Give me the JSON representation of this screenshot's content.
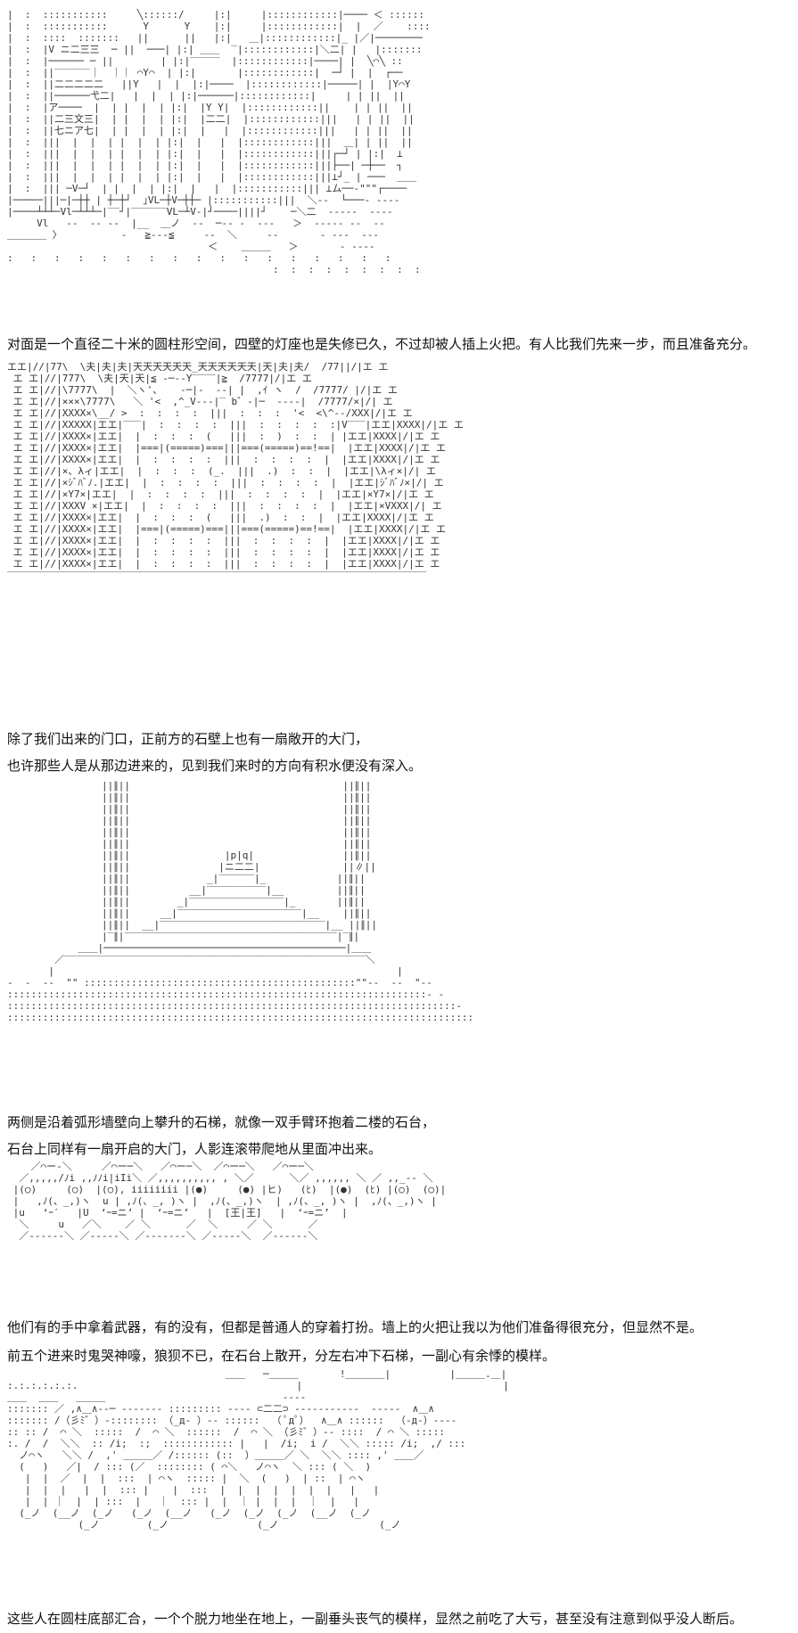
{
  "paragraphs": [
    "对面是一个直径二十米的圆柱形空间，四壁的灯座也是失修已久，不过却被人插上火把。有人比我们先来一步，而且准备充分。",
    "除了我们出来的门口，正前方的石壁上也有一扇敞开的大门，",
    "也许那些人是从那边进来的，见到我们来时的方向有积水便没有深入。",
    "两侧是沿着弧形墙壁向上攀升的石梯，就像一双手臂环抱着二楼的石台，",
    "石台上同样有一扇开启的大门，人影连滚带爬地从里面冲出来。",
    "他们有的手中拿着武器，有的没有，但都是普通人的穿着打扮。墙上的火把让我以为他们准备得很充分，但显然不是。",
    "前五个进来时鬼哭神嚎，狼狈不已，在石台上散开，分左右冲下石梯，一副心有余悸的模样。",
    "这些人在圆柱底部汇合，一个个脱力地坐在地上，一副垂头丧气的模样，显然之前吃了大亏，甚至没有注意到似乎没人断后。"
  ],
  "art": {
    "corridor": "|  :  :::::::::::     ╲::::::/     |:|     |::::::::::::|──── ＜ ::::::\n|  :  :::::::::::      Y      Y    |:|     |::::::::::::|  |  ／    ::::\n|  :  ::::  :::::::   ||      ||   |:|   ＿|::::::::::::|_ |／|──────── \n|  :  |V ニ二三三  ─ ||  ───| |:| ＿＿  ‾|::::::::::::|＼二| |   |:::::::\n|  :  |────── ─ ||        | |:|‾‾‾‾‾  |::::::::::::|────| |  ╲⌒╲ ::\n|  :  ||‾‾‾‾‾‾｜  ｜｜ ⌒Y⌒  | |:|       |::::::::::::|  ─┘ |  |  ┌──\n|  :  ||二二二二二   ||Y   |  |  |:|────  |::::::::::::|─────| |  |Y⌒Y\n|  :  ||──────弋二|   |  |  | |:|──────|::::::::::::|     | | ||  ||\n|  :  |ア────  |  | |  |  | |:|  |Y Y|  |::::::::::::||    | | ||  ||\n|  :  ||二三文三|  | |  |  | |:|  |二二|  |::::::::::::|||   | | ||  ||\n|  :  ||七ニア七|  | |  |  | |:|  |   |  |::::::::::::|||   | | ||  ||\n|  :  |||  |  |  | |  |  | |:|  |   |  |::::::::::::|||  ＿| | ||  ||\n|  :  |||  |  |  | |  |  | |:|  |   |  |::::::::::::|||┌─┘ | |:|  ⊥\n|  :  |||  |  |  | |  |  | |:|  |   |  |::::::::::::|||├──| ─┼──  ┐\n|  :  |||  |  |  | |  |  | |:|  |   |  |::::::::::::|||⊥┘_ | ───  ＿＿\n|  :  ||| ─V─┘  | |  |  | |:|  |   |  |:::::::::::||| ⊥ム──‐\"\"\"┌────\n|─────|||─|─┼┼ | ┼─┼┘  ｣VL─┼V─┼┼─ |:::::::::::|||  ＼‐‐  └───‐ ‐‐‐‐\n|────┴┴┴─Vl─┴┴┴─|‾‾┘|‾‾‾‾‾‾VL─┴V‐|┘────||||┘    ─＼二  ‐‐‐‐‐  ‐‐‐‐\n     Vl   ‐‐  ‐‐ ‐‐  |__  ＿ノ  ‐‐  ─‐‐ ‐  ‐‐‐   ＞  ‐‐‐‐‐ ‐‐  ‐‐\n＿＿＿＿ 〉          ‐   ≧‐‐‐≦     ‐‐  ＼     ‐‐       ‐ ‐‐‐  ‐‐‐\n                                  ＜    ＿＿＿   ＞       ‐ ‐‐‐‐\n:   :   :   :   :   :   :   :   :   :   :   :   :   :   :   :   :\n                                             :  :  :  :  :  :  :  :  :",
    "hall": "エエ|//|77\\  \\夫|夫|夫|天天天天天天_天天天天天天|天|夫|夫/  /77||/|エ エ\n エ エ|//|777\\  \\夫|天|天|≦ ‐─‐‐Y‾‾‾‾|≧  /7777|/|エ エ\n エ エ|//|\\7777\\  |  ＼ヽ'、   ‐─|‐  ‐‐| |  ,ｲ ヽ  /  /7777/ |/|エ エ\n エ エ|//|×××\\7777\\   ＼ '<  ,^_V‐‐‐|‾ b゛‐|─  ‐‐‐‐|  /7777/×|/| エ\n エ エ|//|XXXX×\\__/ >  :  :  :  :  |||  :  :  :  '<  <\\^‐‐/XXX|/|エ エ\n エ エ|//|XXXXX|エエ|‾‾‾|  :  :  :  :  |||  :  :  :  :  :|V‾‾‾|エエ|XXXX|/|エ エ\n エ エ|//|XXXX×|エエ|  |  :  :  :  (   |||  :  )  :  :  | |エエ|XXXX|/|エ エ\n エ エ|//|XXXX×|エエ|  |===|(=====)===|||===(=====)==!==|  |エエ|XXXX|/|エ エ\n エ エ|//|XXXX×|エエ|  |  :  :  :  :  |||  :  :  :  :  |  |エエ|XXXX|/|エ エ\n エ エ|//|×、λィ|エエ|  |  :  :  :  (_.  |||  .)  :  :  |  |エエ|\\λィ×|/| エ\n エ エ|//|×ｼﾞﾊﾞﾉ.|エエ|  |  :  :  :  :  |||  :  :  :  :  |  |エエ|ｼﾞﾊﾞﾉ×|/| エ\n エ エ|//|×Y7×|エエ|  |  :  :  :  :  |||  :  :  :  :  |  |エエ|×Y7×|/|エ エ\n エ エ|//|XXXV ×|エエ|  |  :  :  :  :  |||  :  :  :  :  |  |エエ|×VXXX|/| エ\n エ エ|//|XXXX×|エエ|  |  :  :  :  (   |||  .)  :  :  |  |エエ|XXXX|/|エ エ\n エ エ|//|XXXX×|エエ|  |===|(=====)===|||===(=====)==!==|  |エエ|XXXX|/|エ エ\n エ エ|//|XXXX×|エエ|  |  :  :  :  :  |||  :  :  :  :  |  |エエ|XXXX|/|エ エ\n エ エ|//|XXXX×|エエ|  |  :  :  :  :  |||  :  :  :  :  |  |エエ|XXXX|/|エ エ\n エ エ|//|XXXX×|エエ|  |  :  :  :  :  |||  :  :  :  :  |  |エエ|XXXX|/|エ エ\n‾‾‾‾‾‾‾‾‾‾‾‾‾‾‾‾‾‾‾‾‾‾‾‾‾‾‾‾‾‾‾‾‾‾‾‾‾‾‾‾‾‾‾‾‾‾‾‾‾‾‾‾‾‾‾‾‾‾‾‾‾‾‾‾‾‾‾‾‾‾‾",
    "stairs": "                ||∥||                                    ||∥||\n                ||∥||                                    ||∥||\n                ||∥||                                    ||∥||\n                ||∥||                                    ||∥||\n                ||∥||                                    ||∥||\n                ||∥||                                    ||∥||\n                ||∥||                |p|q|               ||∥||\n                ||∥||               |ニ二二|              ||∥||\n                ||∥||             _|‾‾‾‾‾‾|_            ||∥||\n                ||∥||          __|‾‾‾‾‾‾‾‾‾‾|__         ||∥||\n                ||∥||        _|‾‾‾‾‾‾‾‾‾‾‾‾‾‾‾‾|_       ||∥||\n                ||∥||     __|‾‾‾‾‾‾‾‾‾‾‾‾‾‾‾‾‾‾‾‾‾|__    ||∥||\n                ||∥||  __|‾‾‾‾‾‾‾‾‾‾‾‾‾‾‾‾‾‾‾‾‾‾‾‾‾‾‾‾|__ ||∥||\n                |‾∥|‾‾‾‾‾‾‾‾‾‾‾‾‾‾‾‾‾‾‾‾‾‾‾‾‾‾‾‾‾‾‾‾‾‾‾‾|‾∥|\n            ＿＿|─────────────────────────────────────────|＿＿\n        ／‾‾‾‾‾‾‾‾‾‾‾‾‾‾‾‾‾‾‾‾‾‾‾‾‾‾‾‾‾‾‾‾‾‾‾‾‾‾‾‾‾‾‾‾‾‾‾‾‾‾‾＼\n       |                                                          |\n‐  ‐  ‐‐  \"\" ::::::::::::::::::::::::::::::::::::::::::::::\"\"‐‐  ‐‐  \"‐‐\n:::::::::::::::::::::::::::::::::::::::::::::::::::::::::::::::::::::::‐ ‐\n::::::::::::::::::::::::::::::::::::::::::::::::::::::::::::::::::::::::::::‐\n:::::::::::::::::::::::::::::::::::::::::::::::::::::::::::::::::::::::::::::::",
    "faces": "    ／⌒ー‐＼     ／⌒ー─＼   ／⌒ー─＼  ／⌒ー─＼   ／⌒ー─＼\n  ／,,,,,/ﾉi ,,ﾉﾉi|iIi＼ ／,,,,,,,,,, , ＼／      ＼／ ,,,,,, ＼ ／ ,,_‐‐ ＼\n |(○)     (○)  |(○), iiiiiiii |(●)     (●) |ヒ)   (ﾋ)  |(●)  (ﾋ) |(○)  (○)|\n |   ,ﾉ(、_,)ヽ  u | ,ﾉ(、_, )ヽ |  ,ﾉ(、_,)ヽ  | ,ﾉ(、_, )ヽ |  ,ﾉ(、_,)ヽ |\n |u   ‘ｰ′   |U  ‘ｰ=ニ’ |  ‘ｰ=ニ’   |  [王|王]   |  ‘ｰ=ニ’  |\n  ＼     u   ／＼    ／ ＼      ／  ＼     ／ ＼      ／\n  ／‐‐‐‐‐‐＼ ／‐‐‐‐‐＼ ／‐‐‐‐‐‐‐＼ ／‐‐‐‐‐＼  ／‐‐‐‐‐‐＼",
    "group": "                                     ＿＿   ─＿＿＿       !＿＿＿＿|          |＿＿＿.＿|\n:.:.:.:.:.:.                                     |                                  |\n＿＿  ＿＿   ＿＿＿                              ‐‐‐‐                              \n::::::: ／ ,∧＿∧‐‐─ ‐‐‐‐‐‐‐ ::::::::: ‐‐‐‐ ⊂二二⊃ ‐‐‐‐‐‐‐‐‐‐‐  ‐‐‐‐‐  ∧＿∧  \n::::::: /（彡ﾐ゛）‐:::::::: （_д‐ ）‐‐ ::::::  （ ﾟдﾟ）  ∧＿∧ ::::::  （‐д‐）‐‐‐‐\n:: :: /  ⌒ ＼  :::::  /  ⌒ ＼  ::::::  /  ⌒ ＼ （彡ﾐ゛）‐‐ ::::  / ⌒ ＼ :::::\n:. /  /  ＼＼  :: /i;  :;  :::::::::::: |   |  /i;  i /  ＼＼ ::::: /i;  ,/ :::\n  ノ⌒ヽ   ＼＼ /  ,' ＿＿＿／ /:::::: (::  ）＿＿＿／ ＼  ＼＼ :::: ,' ＿＿／\n  (   )   ／|  / ::: (／  :::::::: ( ⌒＼   ノ⌒ヽ  ＼ ::: ( ＼  )\n   |  |  ／  |  |  :::  | ⌒ヽ  ::::: |  ＼  (   )  | ::  | ⌒ヽ \n   |  |  |   |  |  ::: |    |  :::  |  |  |  |  |  |  |   |   |\n   |  | ｜  |  | :::  |   ｜  ::: |  |  ｜ |  |  |  ｜  |   |\n  (_ノ  (__ノ  (_ノ   (_ノ  (__ノ   (_ノ  (_ノ  (_ノ  (__ノ  (_ノ\n            (_ノ        (_ノ               (_ノ                 (_ノ"
  }
}
